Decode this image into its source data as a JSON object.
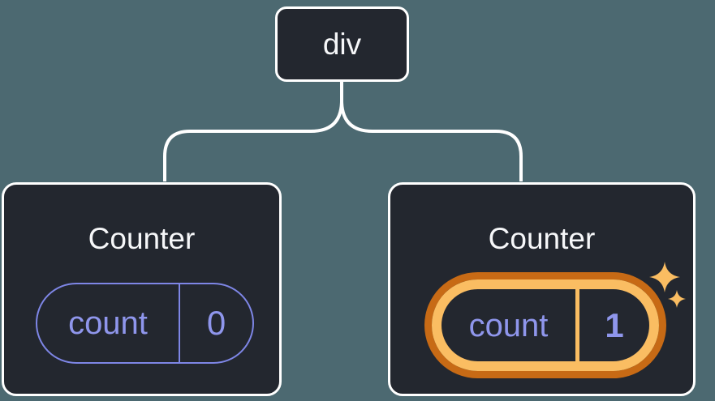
{
  "tree": {
    "root": {
      "label": "div"
    },
    "children": [
      {
        "title": "Counter",
        "state": {
          "key": "count",
          "value": "0"
        },
        "highlighted": false
      },
      {
        "title": "Counter",
        "state": {
          "key": "count",
          "value": "1"
        },
        "highlighted": true
      }
    ]
  },
  "icons": {
    "sparkles": "✦"
  },
  "colors": {
    "background": "#4C6971",
    "node_fill": "#23272F",
    "node_border": "#FFFFFF",
    "title_text": "#F6F7F9",
    "purple_text": "#8F96EC",
    "purple_border": "#7E86E6",
    "orange_light": "#FABD62",
    "orange_dark": "#C76A15",
    "connector": "#FFFFFF"
  }
}
